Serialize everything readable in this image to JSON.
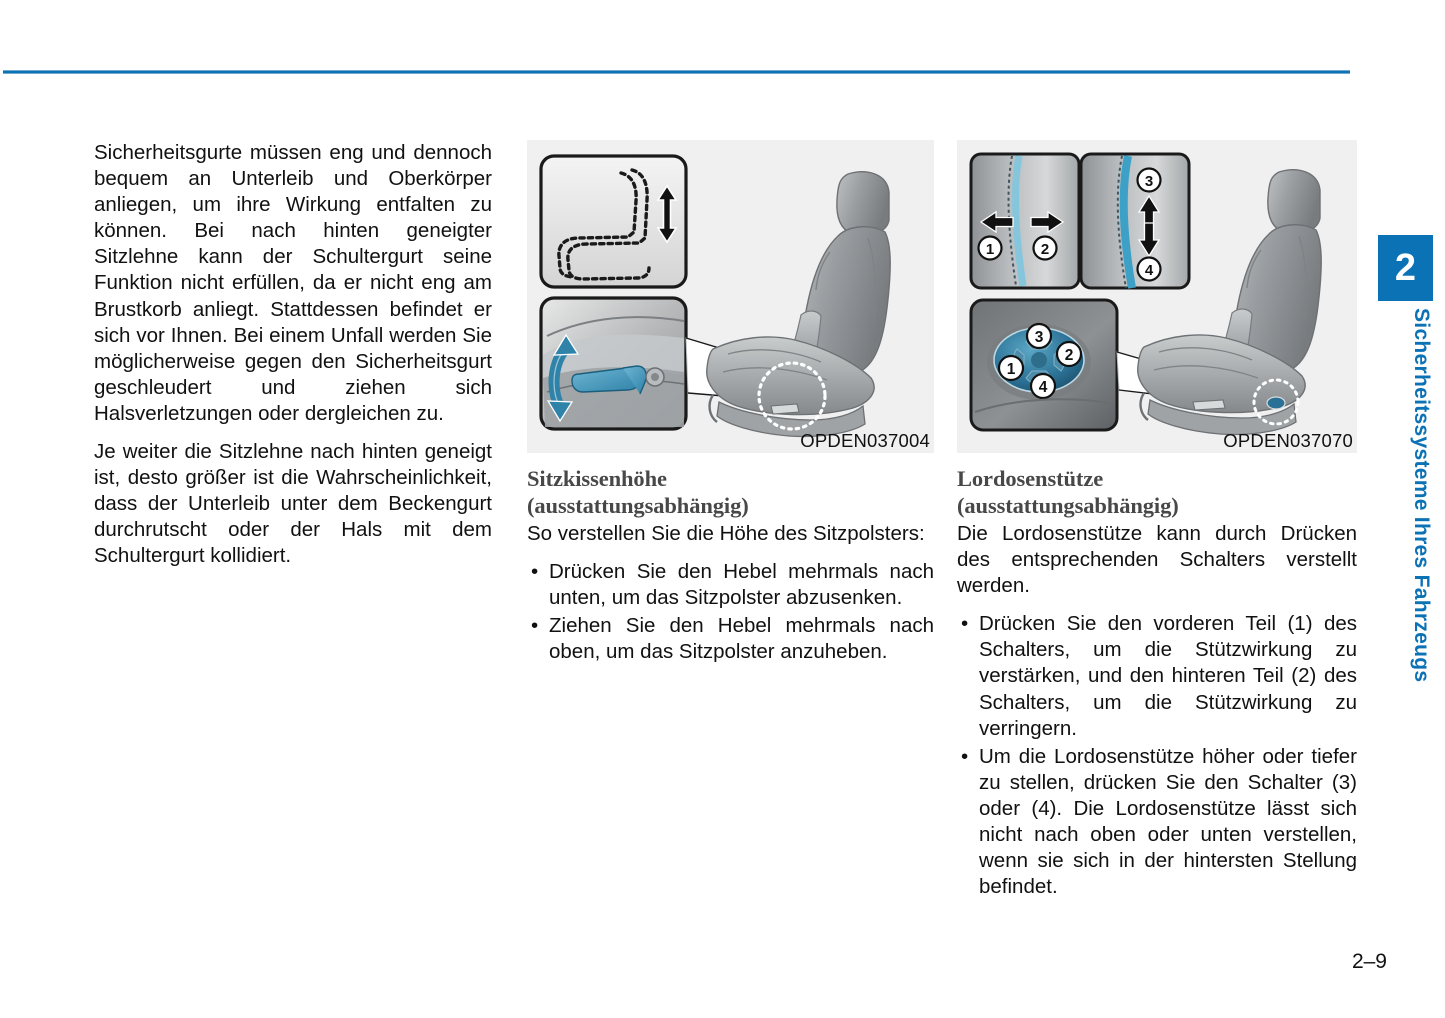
{
  "page": {
    "number": "2–9",
    "rule_color": "#0b72b5"
  },
  "chapter_tab": {
    "number": "2",
    "title": "Sicherheitssysteme Ihres Fahrzeugs",
    "color": "#0b72b5"
  },
  "left_column": {
    "paragraphs": [
      "Sicherheitsgurte müssen eng und dennoch bequem an Unterleib und Oberkörper anliegen, um ihre Wirkung entfalten zu können. Bei nach hinten geneigter Sitzlehne kann der Schultergurt seine Funktion nicht erfüllen, da er nicht eng am Brustkorb anliegt. Stattdessen befindet er sich vor Ihnen. Bei einem Unfall werden Sie möglicherweise gegen den Sicherheitsgurt geschleudert und ziehen sich Halsverletzungen oder dergleichen zu.",
      "Je weiter die Sitzlehne nach hinten geneigt ist, desto größer ist die Wahrscheinlichkeit, dass der Unterleib unter dem Beckengurt durchrutscht oder der Hals mit dem Schultergurt kollidiert."
    ]
  },
  "middle_column": {
    "figure": {
      "code": "OPDEN037004",
      "name": "seat-cushion-height-illustration",
      "callouts": []
    },
    "heading": "Sitzkissenhöhe",
    "heading_sub": "(ausstattungsabhängig)",
    "intro": "So verstellen Sie die Höhe des Sitzpolsters:",
    "bullet_char": "•",
    "bullets": [
      "Drücken Sie den Hebel mehrmals nach unten, um das Sitzpolster abzusenken.",
      "Ziehen Sie den Hebel mehrmals nach oben, um das Sitzpolster anzuheben."
    ]
  },
  "right_column": {
    "figure": {
      "code": "OPDEN037070",
      "name": "lumbar-support-illustration",
      "callouts": [
        "1",
        "2",
        "3",
        "4"
      ]
    },
    "heading": "Lordosenstütze",
    "heading_sub": "(ausstattungsabhängig)",
    "intro": "Die Lordosenstütze kann durch Drücken des entsprechenden Schalters verstellt werden.",
    "bullet_char": "•",
    "bullets": [
      "Drücken Sie den vorderen Teil (1) des Schalters, um die Stützwirkung zu verstärken, und den hinteren Teil (2) des Schalters, um die Stützwirkung zu verringern.",
      "Um die Lordosenstütze höher oder tiefer zu stellen, drücken Sie den Schalter (3) oder (4). Die Lordosenstütze lässt sich nicht nach oben oder unten verstellen, wenn sie sich in der hintersten Stellung befindet."
    ]
  }
}
